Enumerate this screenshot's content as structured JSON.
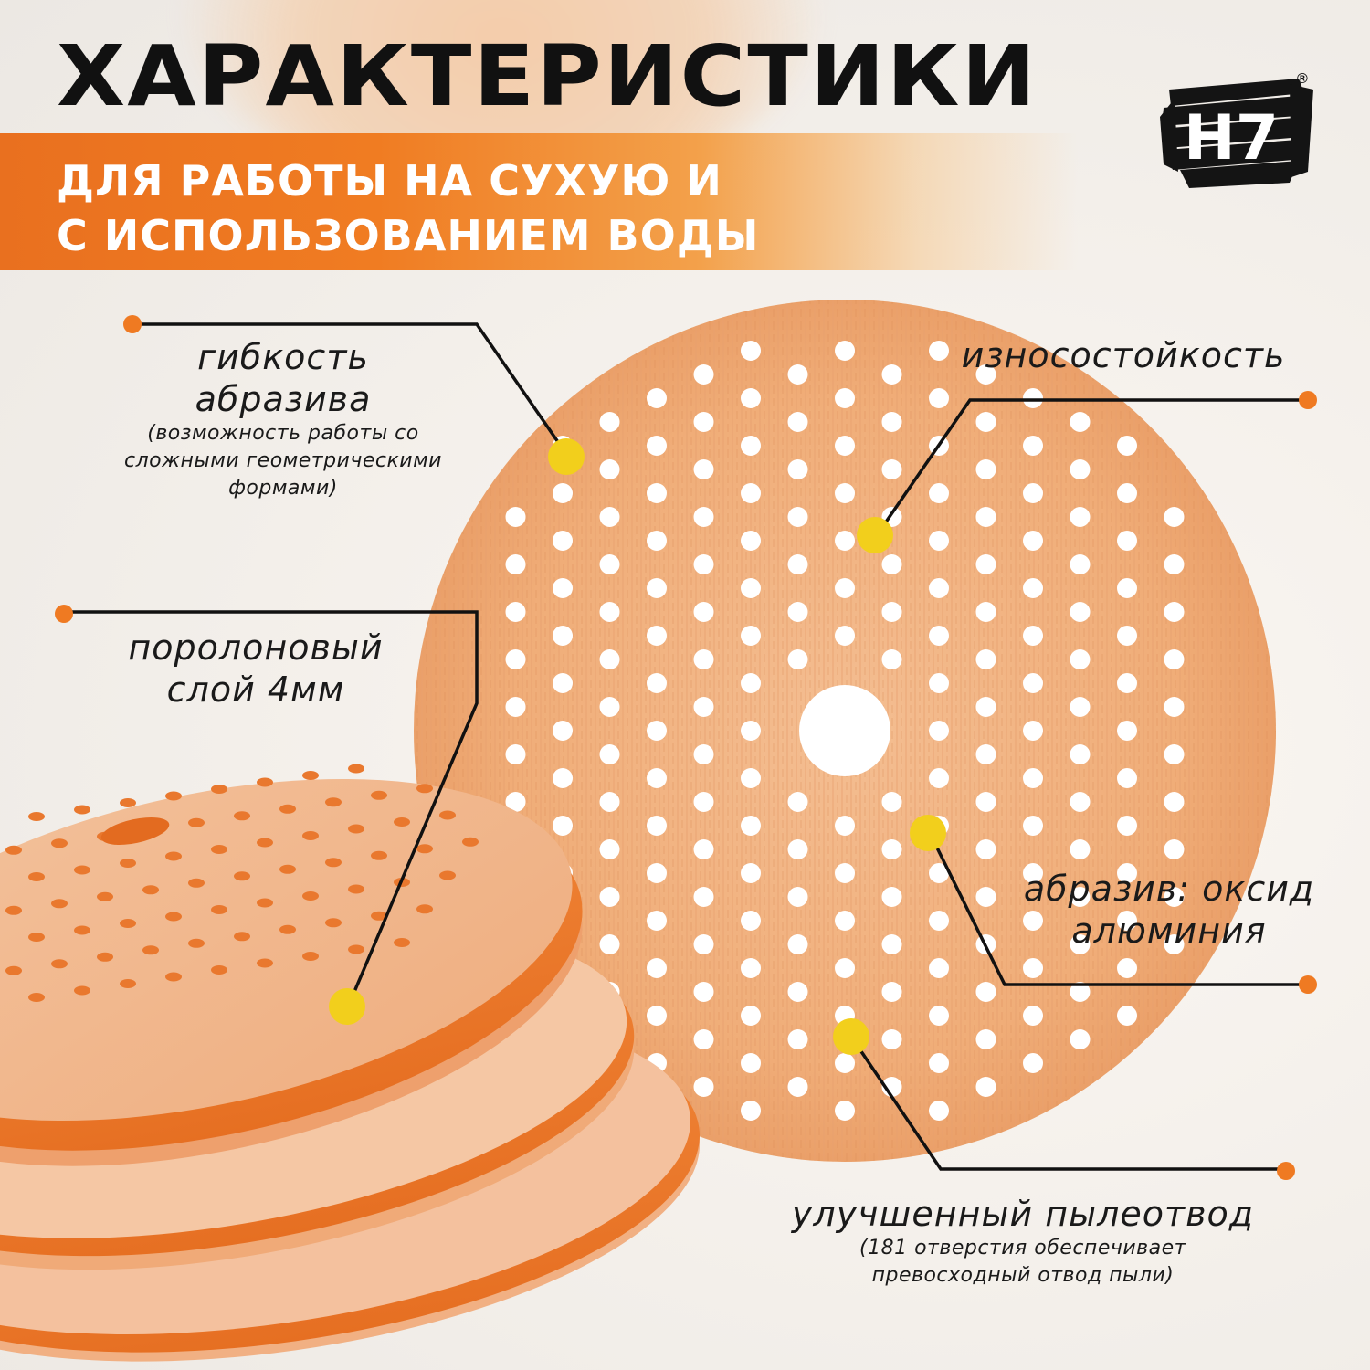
{
  "header": {
    "title": "ХАРАКТЕРИСТИКИ",
    "subtitle_line1": "ДЛЯ РАБОТЫ НА СУХУЮ И",
    "subtitle_line2": "С ИСПОЛЬЗОВАНИЕМ ВОДЫ"
  },
  "logo": {
    "text": "H7",
    "registered_mark": "®"
  },
  "features": {
    "flexibility": {
      "title_line1": "гибкость",
      "title_line2": "абразива",
      "note_line1": "(возможность работы со",
      "note_line2": "сложными геометрическими",
      "note_line3": "формами)"
    },
    "wear": {
      "title": "износостойкость"
    },
    "foam": {
      "title_line1": "поролоновый",
      "title_line2": "слой 4мм"
    },
    "abrasive": {
      "title_line1": "абразив: оксид",
      "title_line2": "алюминия"
    },
    "dust": {
      "title": "улучшенный пылеотвод",
      "note_line1": "(181 отверстия обеспечивает",
      "note_line2": "превосходный отвод пыли)"
    }
  },
  "colors": {
    "accent_orange": "#ef7a22",
    "marker_yellow": "#f2cf1c",
    "disc_orange": "#f1b382"
  },
  "icons": {
    "bullet": "orange-dot-icon",
    "marker": "yellow-dot-icon",
    "logo": "h7-brush-logo-icon"
  }
}
